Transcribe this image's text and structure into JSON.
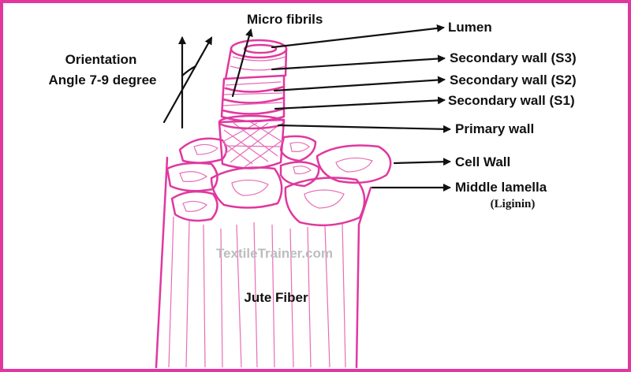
{
  "colors": {
    "border": "#e0389f",
    "ink": "#e0389f",
    "cell_fill": "#f6c3e2",
    "arrow": "#111111",
    "watermark": "#bdbdbd"
  },
  "labels": {
    "micro_fibrils": "Micro fibrils",
    "lumen": "Lumen",
    "orientation_line1": "Orientation",
    "orientation_line2": "Angle 7-9 degree",
    "secondary_s3": "Secondary wall (S3)",
    "secondary_s2": "Secondary wall (S2)",
    "secondary_s1": "Secondary wall (S1)",
    "primary_wall": "Primary wall",
    "cell_wall": "Cell Wall",
    "middle_lamella": "Middle lamella",
    "liginin": "(Liginin)",
    "jute_fiber": "Jute Fiber",
    "watermark": "TextileTrainer.com"
  }
}
